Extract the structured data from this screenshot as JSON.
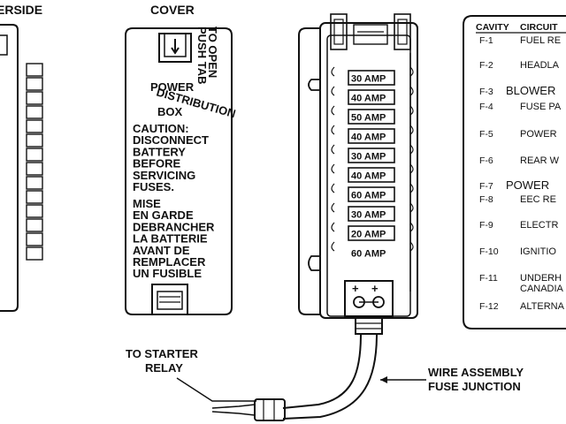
{
  "headers": {
    "underside": "ERSIDE",
    "cover": "COVER"
  },
  "cover": {
    "push_tab": [
      "PUSH TAB",
      "TO OPEN"
    ],
    "title": [
      "POWER",
      "DISTRIBUTION",
      "BOX"
    ],
    "caution": [
      "CAUTION:",
      "DISCONNECT",
      "BATTERY",
      "BEFORE",
      "SERVICING",
      "FUSES."
    ],
    "french": [
      "MISE",
      "EN GARDE",
      "DEBRANCHER",
      "LA BATTERIE",
      "AVANT DE",
      "REMPLACER",
      "UN FUSIBLE"
    ]
  },
  "fuse_box": {
    "fuses": [
      "30 AMP",
      "40 AMP",
      "50 AMP",
      "40 AMP",
      "30 AMP",
      "40 AMP",
      "60 AMP",
      "30 AMP",
      "20 AMP",
      "60 AMP"
    ]
  },
  "table": {
    "header_cavity": "CAVITY",
    "header_circuit": "CIRCUIT",
    "rows": [
      {
        "cavity": "F-1",
        "circuit": "FUEL RE"
      },
      {
        "cavity": "F-2",
        "circuit": "HEADLA"
      },
      {
        "cavity": "F-3",
        "circuit": "BLOWER"
      },
      {
        "cavity": "F-4",
        "circuit": "FUSE PA"
      },
      {
        "cavity": "F-5",
        "circuit": "POWER"
      },
      {
        "cavity": "F-6",
        "circuit": "REAR W"
      },
      {
        "cavity": "F-7",
        "circuit": "POWER"
      },
      {
        "cavity": "F-8",
        "circuit": "EEC RE"
      },
      {
        "cavity": "F-9",
        "circuit": "ELECTR"
      },
      {
        "cavity": "F-10",
        "circuit": "IGNITIO"
      },
      {
        "cavity": "F-11",
        "circuit": "UNDERH"
      },
      {
        "cavity": "",
        "circuit": "CANADIA"
      },
      {
        "cavity": "F-12",
        "circuit": "ALTERNA"
      }
    ]
  },
  "labels": {
    "starter": [
      "TO STARTER",
      "RELAY"
    ],
    "wire": [
      "WIRE ASSEMBLY",
      "FUSE JUNCTION"
    ]
  }
}
